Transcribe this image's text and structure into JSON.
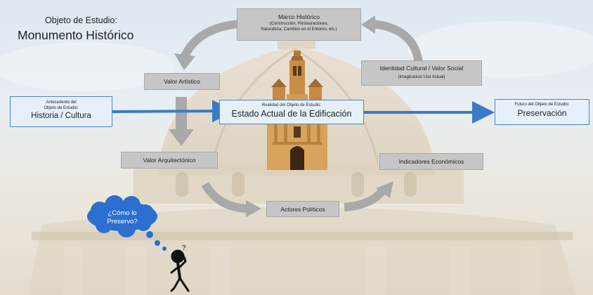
{
  "header": {
    "subtitle": "Objeto de Estudio:",
    "title": "Monumento Histórico"
  },
  "nodes": {
    "marco_historico": {
      "title": "Marco Histórico",
      "line1": "(Construcción, Restauraciones,",
      "line2": "Naturaleza, Cambios en el Entorno, etc.)"
    },
    "identidad": {
      "title": "Identidad Cultural / Valor Social",
      "subtitle": "(Imaginarios/ Uso Actual)"
    },
    "valor_artistico": "Valor Artístico",
    "antecedente": {
      "line1": "Antecedente del",
      "line2": "Objeto de Estudio:",
      "main": "Historia / Cultura"
    },
    "realidad": {
      "label": "Realidad del Objeto de Estudio:",
      "main": "Estado Actual de la Edificación"
    },
    "futuro": {
      "label": "Futuro del Objeto de Estudio:",
      "main": "Preservación"
    },
    "valor_arquitectonico": "Valor Arquitectónico",
    "indicadores": "Indicadores Económicos",
    "actores": "Actores Políticos"
  },
  "thought": {
    "line1": "¿Cómo lo",
    "line2": "Preservo?"
  },
  "colors": {
    "box_fill": "#c6c6c6",
    "blue_border": "#4b86c6",
    "blue_arrow": "#3a7bc8",
    "gray_arrow": "#a9a9a9",
    "cloud": "#2c6fd0"
  }
}
